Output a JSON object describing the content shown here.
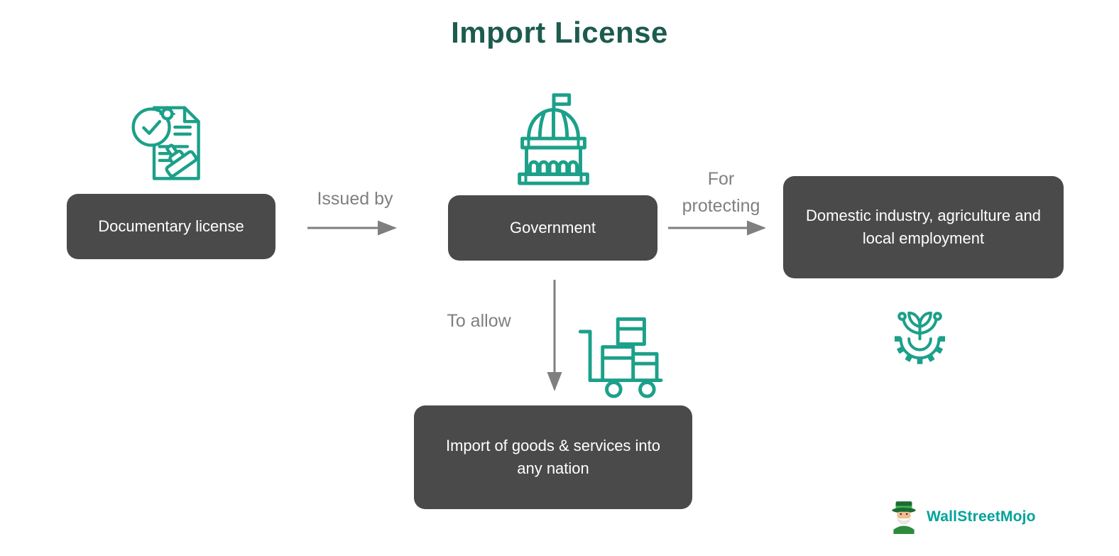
{
  "title": "Import License",
  "nodes": {
    "documentary_license": {
      "label": "Documentary license"
    },
    "government": {
      "label": "Government"
    },
    "domestic_industry": {
      "label": "Domestic industry, agriculture and local employment"
    },
    "import_goods": {
      "label": "Import of goods & services into any nation"
    }
  },
  "edges": {
    "issued_by": {
      "label": "Issued by",
      "from": "documentary_license",
      "to": "government"
    },
    "for_protecting": {
      "label": "For protecting",
      "from": "government",
      "to": "domestic_industry"
    },
    "to_allow": {
      "label": "To allow",
      "from": "government",
      "to": "import_goods"
    }
  },
  "icons": {
    "license": "license-document-icon",
    "government": "government-building-icon",
    "cart": "goods-cart-icon",
    "industry": "plant-gear-icon",
    "mascot": "wallstreetmojo-mascot-icon"
  },
  "logo": {
    "text": "WallStreetMojo"
  },
  "colors": {
    "box_bg": "#4A4A4A",
    "box_text": "#FFFFFF",
    "icon_teal": "#1CA089",
    "title": "#1D5B4E",
    "arrow_gray": "#7F7F7F",
    "logo_text": "#00A39B"
  }
}
